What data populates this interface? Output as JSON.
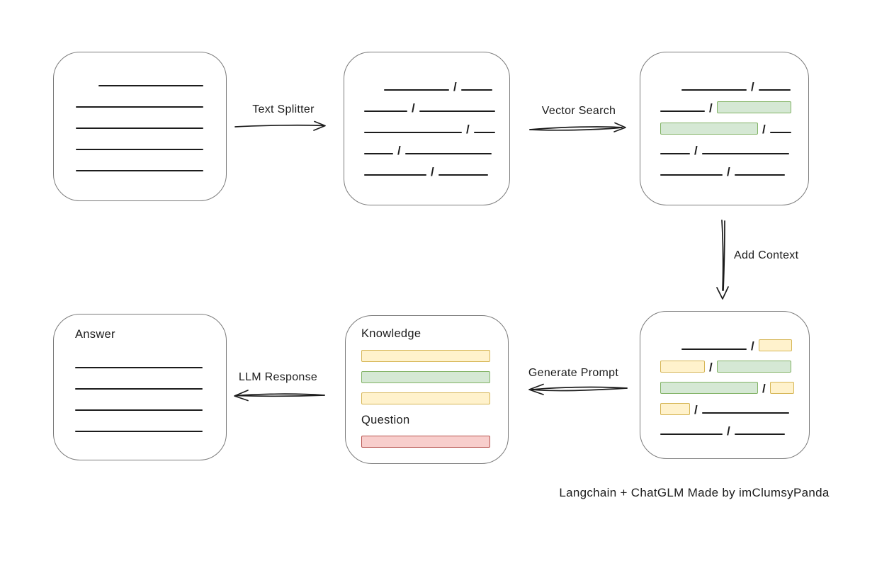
{
  "footer": {
    "credit": "Langchain + ChatGLM Made by imClumsyPanda"
  },
  "arrows": [
    {
      "id": "text-splitter",
      "label": "Text Splitter"
    },
    {
      "id": "vector-search",
      "label": "Vector Search"
    },
    {
      "id": "add-context",
      "label": "Add Context"
    },
    {
      "id": "generate-prompt",
      "label": "Generate Prompt"
    },
    {
      "id": "llm-response",
      "label": "LLM Response"
    }
  ],
  "colors": {
    "ink": "#1c1c1c",
    "box_border": "#7b7b7b",
    "green_fill": "#d5e8d4",
    "green_stroke": "#82b366",
    "yellow_fill": "#fff2cc",
    "yellow_stroke": "#d6b656",
    "red_fill": "#f8cecc",
    "red_stroke": "#b85450"
  },
  "boxes": {
    "source_document": {
      "rows": [
        [
          {
            "t": "line",
            "w": 148,
            "ml": 62
          }
        ],
        [
          {
            "t": "line",
            "w": 180,
            "ml": 30
          }
        ],
        [
          {
            "t": "line",
            "w": 180,
            "ml": 30
          }
        ],
        [
          {
            "t": "line",
            "w": 180,
            "ml": 30
          }
        ],
        [
          {
            "t": "line",
            "w": 180,
            "ml": 30
          }
        ]
      ]
    },
    "split_chunks": {
      "rows": [
        [
          {
            "t": "line",
            "w": 92,
            "ml": 55
          },
          {
            "t": "slash"
          },
          {
            "t": "line",
            "w": 44
          }
        ],
        [
          {
            "t": "line",
            "w": 61,
            "ml": 27
          },
          {
            "t": "slash"
          },
          {
            "t": "line",
            "w": 107
          }
        ],
        [
          {
            "t": "line",
            "w": 138,
            "ml": 27
          },
          {
            "t": "slash"
          },
          {
            "t": "line",
            "w": 30
          }
        ],
        [
          {
            "t": "line",
            "w": 41,
            "ml": 27
          },
          {
            "t": "slash"
          },
          {
            "t": "line",
            "w": 122
          }
        ],
        [
          {
            "t": "line",
            "w": 88,
            "ml": 27
          },
          {
            "t": "slash"
          },
          {
            "t": "line",
            "w": 70
          }
        ]
      ]
    },
    "vector_search_result": {
      "rows": [
        [
          {
            "t": "line",
            "w": 92,
            "ml": 57
          },
          {
            "t": "slash"
          },
          {
            "t": "line",
            "w": 45
          }
        ],
        [
          {
            "t": "line",
            "w": 63,
            "ml": 27
          },
          {
            "t": "slash"
          },
          {
            "t": "bar",
            "c": "green",
            "w": 105
          }
        ],
        [
          {
            "t": "bar",
            "c": "green",
            "w": 138,
            "ml": 27
          },
          {
            "t": "slash"
          },
          {
            "t": "line",
            "w": 30
          }
        ],
        [
          {
            "t": "line",
            "w": 42,
            "ml": 27
          },
          {
            "t": "slash"
          },
          {
            "t": "line",
            "w": 123
          }
        ],
        [
          {
            "t": "line",
            "w": 88,
            "ml": 27
          },
          {
            "t": "slash"
          },
          {
            "t": "line",
            "w": 71
          }
        ]
      ]
    },
    "context_chunks": {
      "rows": [
        [
          {
            "t": "line",
            "w": 92,
            "ml": 57
          },
          {
            "t": "slash"
          },
          {
            "t": "bar",
            "c": "yellow",
            "w": 47
          }
        ],
        [
          {
            "t": "bar",
            "c": "yellow",
            "w": 63,
            "ml": 27
          },
          {
            "t": "slash"
          },
          {
            "t": "bar",
            "c": "green",
            "w": 105
          }
        ],
        [
          {
            "t": "bar",
            "c": "green",
            "w": 138,
            "ml": 27
          },
          {
            "t": "slash"
          },
          {
            "t": "bar",
            "c": "yellow",
            "w": 34
          }
        ],
        [
          {
            "t": "bar",
            "c": "yellow",
            "w": 42,
            "ml": 27
          },
          {
            "t": "slash"
          },
          {
            "t": "line",
            "w": 123
          }
        ],
        [
          {
            "t": "line",
            "w": 88,
            "ml": 27
          },
          {
            "t": "slash"
          },
          {
            "t": "line",
            "w": 71
          }
        ]
      ]
    },
    "prompt": {
      "knowledge_label": "Knowledge",
      "question_label": "Question",
      "knowledge_bars": [
        "yellow",
        "green",
        "yellow"
      ],
      "question_bars": [
        "red"
      ]
    },
    "answer": {
      "label": "Answer",
      "line_count": 4
    }
  }
}
